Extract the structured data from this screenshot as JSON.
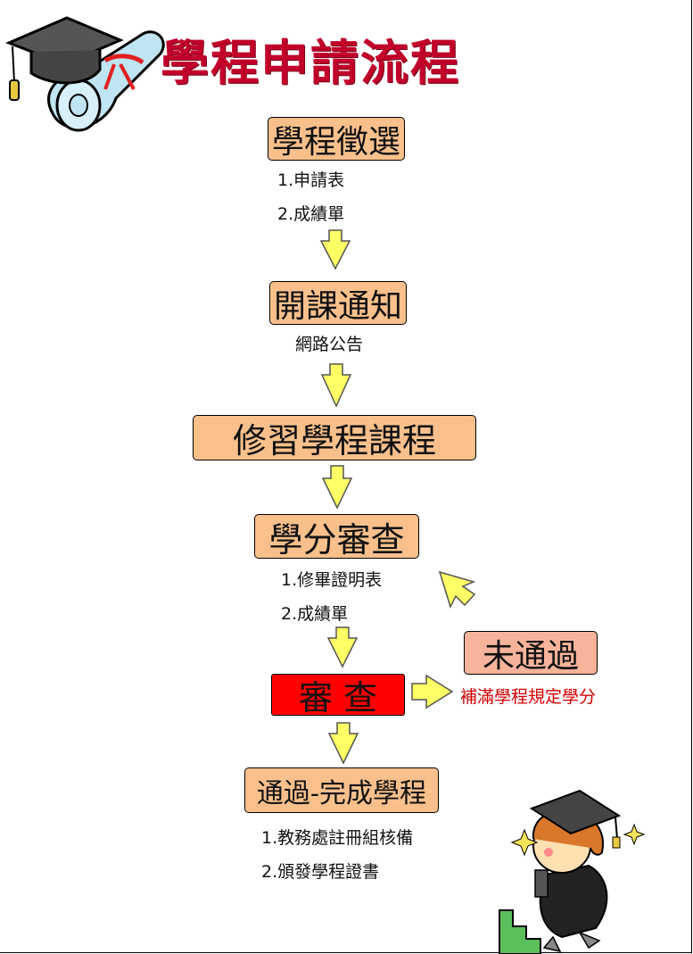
{
  "title": "學程申請流程",
  "steps": {
    "s1": "學程徵選",
    "s2": "開課通知",
    "s3": "修習學程課程",
    "s4": "學分審查",
    "s5": "審 查",
    "s6": "通過-完成學程",
    "fail": "未通過"
  },
  "notes": {
    "s1_a": "1.申請表",
    "s1_b": "2.成績單",
    "s2_a": "網路公告",
    "s4_a": "1.修畢證明表",
    "s4_b": "2.成績單",
    "fail_a": "補滿學程規定學分",
    "s6_a": "1.教務處註冊組核備",
    "s6_b": "2.頒發學程證書"
  },
  "colors": {
    "box": "#f9c08c",
    "review": "#ff0000",
    "fail": "#f7b49a",
    "arrow": "#ffff66",
    "title": "#c1002a"
  },
  "icons": [
    "graduation-cap-icon",
    "diploma-scroll-icon",
    "graduate-student-icon"
  ]
}
